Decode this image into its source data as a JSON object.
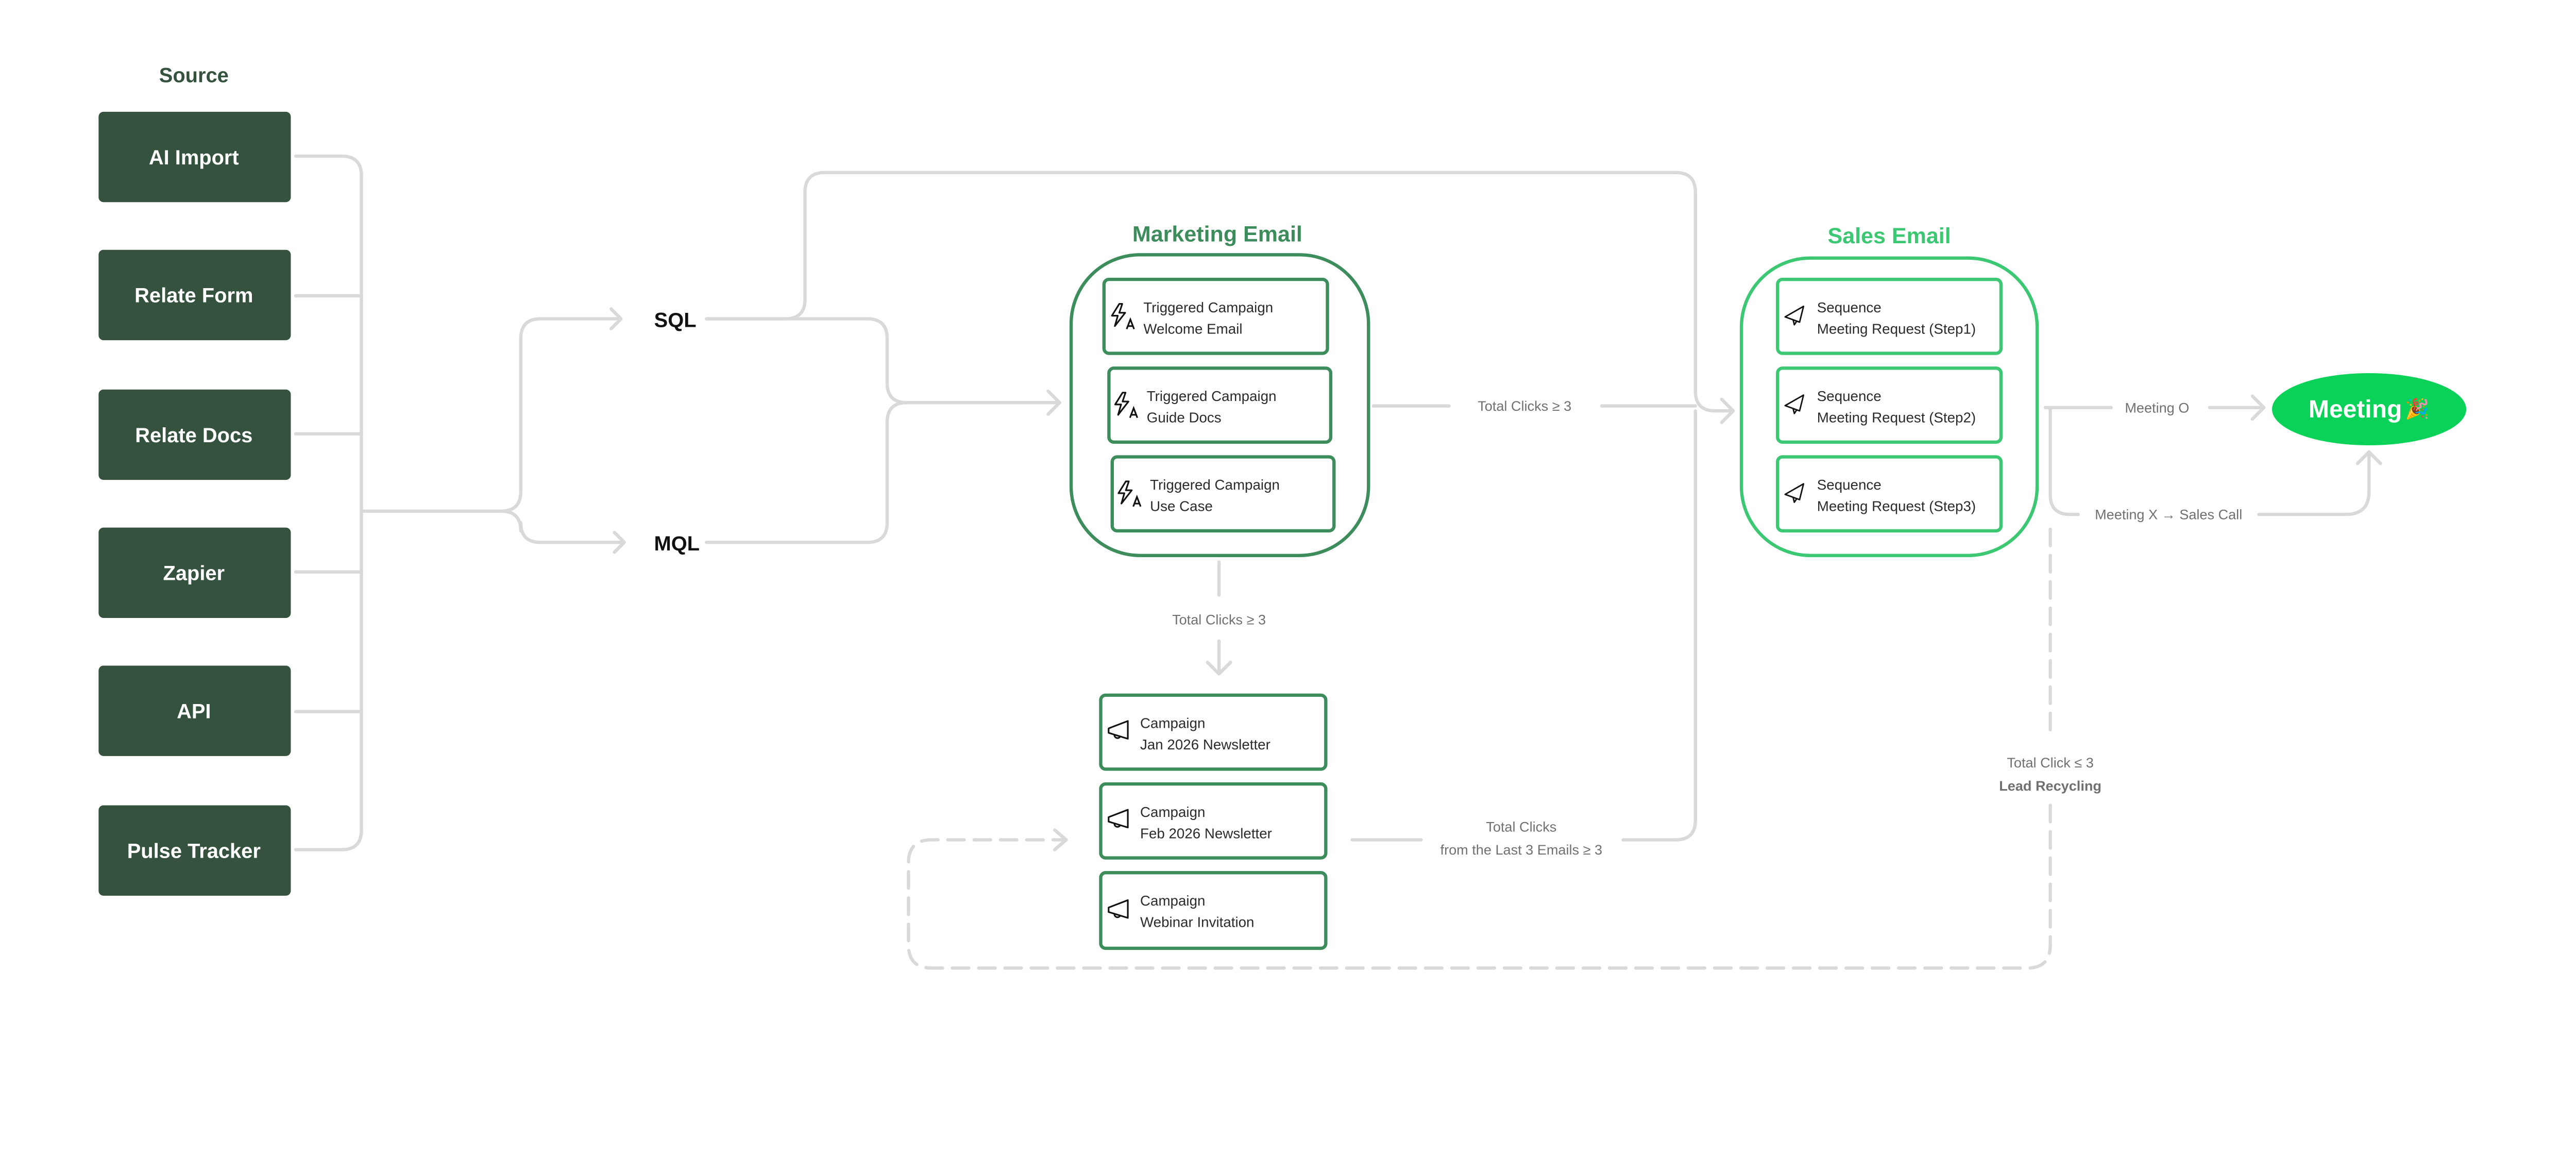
{
  "colors": {
    "source_fill": "#35523f",
    "marketing": "#3d8c5c",
    "sales": "#3cc772",
    "meeting": "#0ad158",
    "connector": "#d9d9d9",
    "edge_label": "#707070"
  },
  "source": {
    "title": "Source",
    "items": [
      "AI Import",
      "Relate Form",
      "Relate Docs",
      "Zapier",
      "API",
      "Pulse Tracker"
    ]
  },
  "stages": {
    "sql": "SQL",
    "mql": "MQL"
  },
  "marketing": {
    "title": "Marketing Email",
    "items": [
      {
        "type": "Triggered Campaign",
        "name": "Welcome Email",
        "icon": "bolt-a-icon"
      },
      {
        "type": "Triggered Campaign",
        "name": "Guide Docs",
        "icon": "bolt-a-icon"
      },
      {
        "type": "Triggered Campaign",
        "name": "Use Case",
        "icon": "bolt-a-icon"
      }
    ]
  },
  "campaigns": {
    "items": [
      {
        "type": "Campaign",
        "name": "Jan 2026 Newsletter",
        "icon": "megaphone-icon"
      },
      {
        "type": "Campaign",
        "name": "Feb 2026 Newsletter",
        "icon": "megaphone-icon"
      },
      {
        "type": "Campaign",
        "name": "Webinar Invitation",
        "icon": "megaphone-icon"
      }
    ]
  },
  "sales": {
    "title": "Sales Email",
    "items": [
      {
        "type": "Sequence",
        "name": "Meeting Request (Step1)",
        "icon": "paper-plane-icon"
      },
      {
        "type": "Sequence",
        "name": "Meeting Request (Step2)",
        "icon": "paper-plane-icon"
      },
      {
        "type": "Sequence",
        "name": "Meeting Request (Step3)",
        "icon": "paper-plane-icon"
      }
    ]
  },
  "meeting": {
    "label": "Meeting",
    "emoji": "🎉"
  },
  "edges": {
    "marketing_to_sales": "Total Clicks ≥ 3",
    "marketing_to_campaigns": "Total Clicks ≥ 3",
    "campaigns_to_sales_line1": "Total Clicks",
    "campaigns_to_sales_line2": "from the Last 3 Emails ≥ 3",
    "meeting_yes": "Meeting O",
    "meeting_no": "Meeting X → Sales Call",
    "recycling_condition": "Total Click ≤ 3",
    "recycling_label": "Lead Recycling"
  }
}
